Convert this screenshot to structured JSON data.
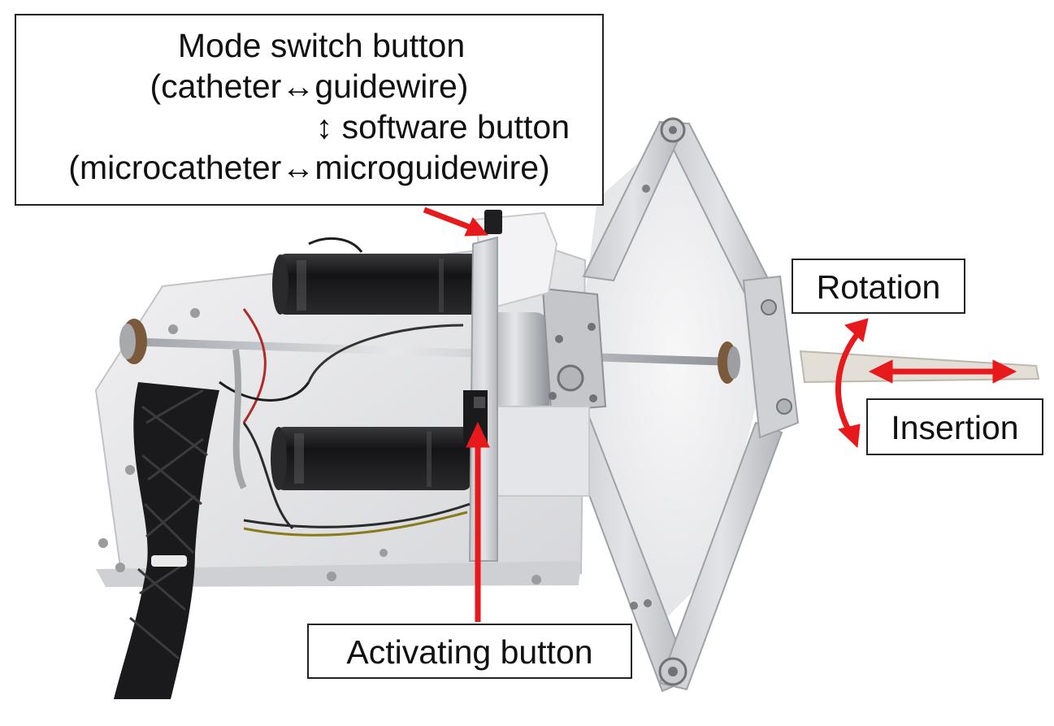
{
  "callouts": {
    "mode_switch": {
      "line1": "Mode switch button",
      "line2": "(catheter↔guidewire)",
      "line3": "↕ software button",
      "line4": "(microcatheter↔microguidewire)"
    },
    "rotation": "Rotation",
    "insertion": "Insertion",
    "activating": "Activating button"
  },
  "colors": {
    "arrow": "#e8191c",
    "frame": "#e8e8ea",
    "motor": "#1b1b1d",
    "rail": "#b9bcc1"
  }
}
